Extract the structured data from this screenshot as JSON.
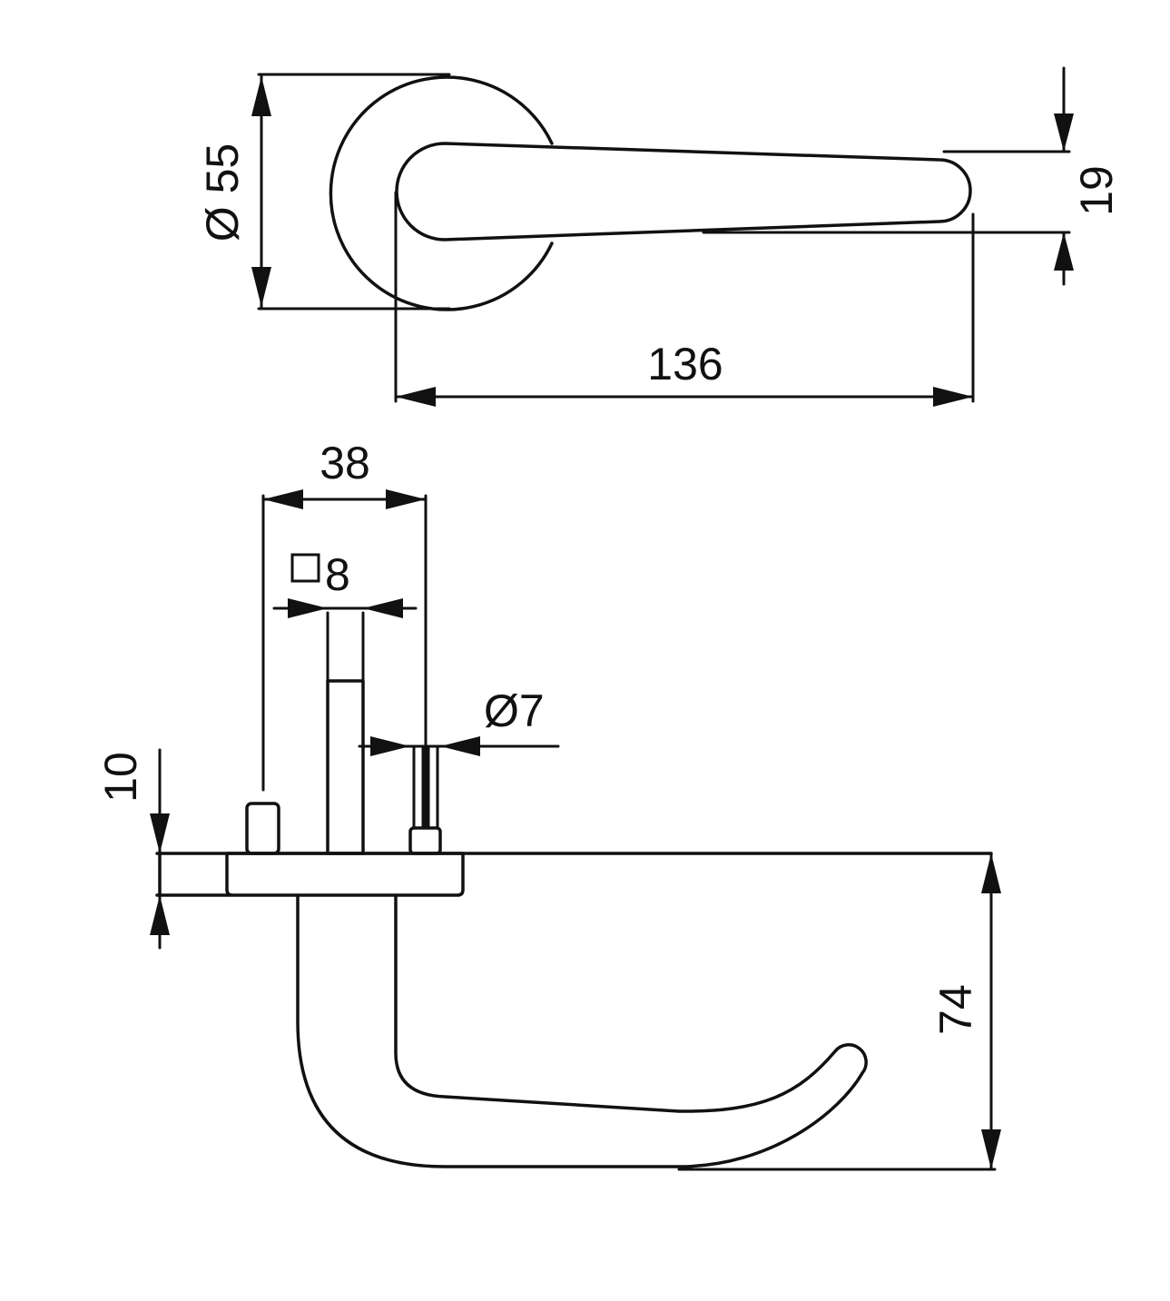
{
  "colors": {
    "line": "#111111",
    "background": "#ffffff"
  },
  "dimensions": {
    "rose_diameter": "Ø 55",
    "lever_width": "19",
    "lever_length": "136",
    "spindle_spacing": "38",
    "square_spindle_symbol": "square-icon",
    "square_spindle": "8",
    "fixing_screw": "Ø7",
    "rose_thickness": "10",
    "lever_projection": "74"
  }
}
